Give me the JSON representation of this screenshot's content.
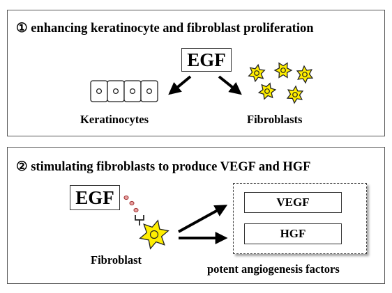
{
  "panel1": {
    "title": "① enhancing keratinocyte and fibroblast proliferation",
    "egf": "EGF",
    "keratinocytes": "Keratinocytes",
    "fibroblasts": "Fibroblasts"
  },
  "panel2": {
    "title": "② stimulating fibroblasts to produce VEGF and HGF",
    "egf": "EGF",
    "fibroblast": "Fibroblast",
    "factor1": "VEGF",
    "factor2": "HGF",
    "factors_caption": "potent angiogenesis factors"
  },
  "colors": {
    "cell_fill": "#ffee00",
    "cell_stroke": "#222222",
    "dot_fill": "#e8a0a0",
    "dot_stroke": "#a03030",
    "border": "#555555"
  }
}
